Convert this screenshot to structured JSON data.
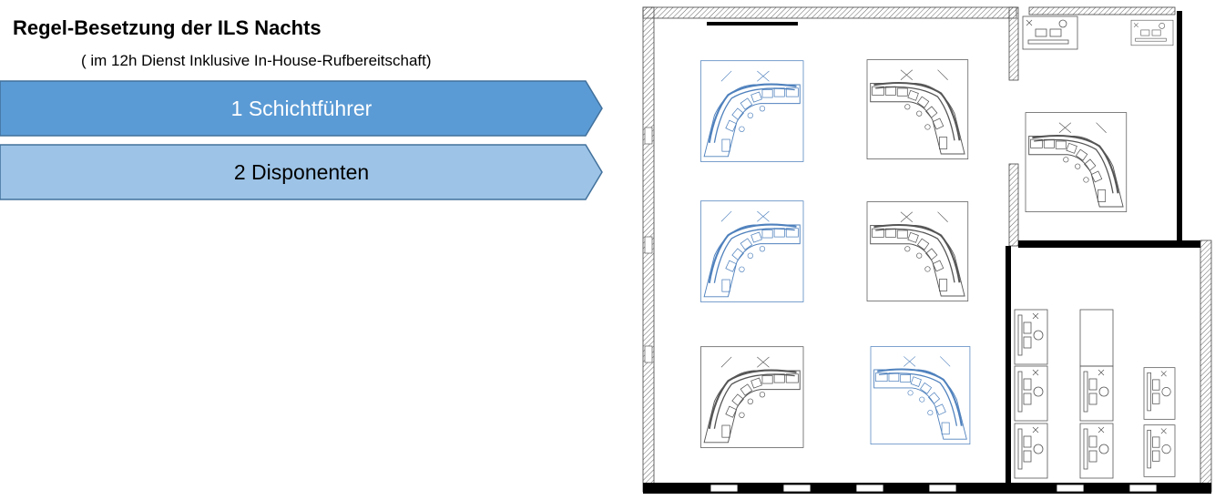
{
  "heading": {
    "title": "Regel-Besetzung der ILS Nachts",
    "subtitle": "( im 12h Dienst Inklusive In-House-Rufbereitschaft)"
  },
  "roles": [
    {
      "label": "1 Schichtführer",
      "fill": "#5b9bd5",
      "text_color": "#ffffff",
      "workstations_staffed": 1
    },
    {
      "label": "2 Disponenten",
      "fill": "#9dc3e6",
      "text_color": "#000000",
      "workstations_staffed": 2
    }
  ],
  "colors": {
    "wall": "#000000",
    "drawing": "#555555",
    "highlighted_workstation": "#4f81bd"
  }
}
